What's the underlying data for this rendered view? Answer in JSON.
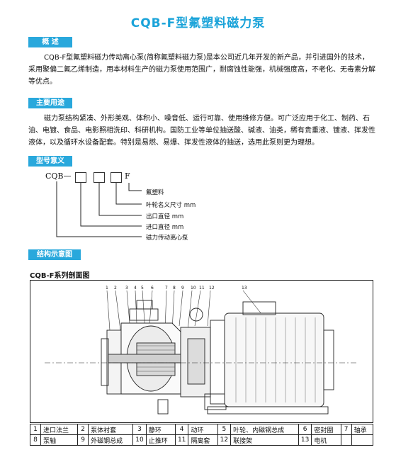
{
  "title": "CQB-F型氟塑料磁力泵",
  "sections": {
    "overview": {
      "heading": "概  述",
      "text": "CQB-F型氟塑料磁力传动离心泵(简称氟塑料磁力泵)是本公司近几年开发的新产品，并引进国外的技术，采用聚偏二氟乙烯制造，用本材料生产的磁力泵使用范围广，耐腐蚀性能强，机械强度高，不老化、无毒素分解等优点。"
    },
    "usage": {
      "heading": "主要用途",
      "text": "磁力泵结构紧凑、外形美观、体积小、噪音低、运行可靠、使用维修方便。可广泛应用于化工、制药、石油、电镀、食品、电影照相洗印、科研机构。国防工业等单位抽送酸、碱液、油类，稀有贵重液、镀液、挥发性液体，以及循环水设备配套。特别是易燃、易爆、挥发性液体的抽送，选用此泵则更为理想。"
    },
    "model": {
      "heading": "型号意义",
      "prefix": "CQB—",
      "suffix": "F",
      "labels": [
        "氟塑料",
        "叶轮名义尺寸 mm",
        "出口直径 mm",
        "进口直径 mm",
        "磁力传动离心泵"
      ]
    },
    "structure": {
      "heading": "结构示意图",
      "figure_title": "CQB-F系列剖面图",
      "callouts": [
        "1",
        "2",
        "3",
        "4",
        "5",
        "6",
        "7",
        "8",
        "9",
        "10",
        "11",
        "12",
        "13"
      ]
    }
  },
  "legend": [
    [
      {
        "n": "1",
        "name": "进口法兰"
      },
      {
        "n": "2",
        "name": "泵体衬套"
      },
      {
        "n": "3",
        "name": "静环"
      },
      {
        "n": "4",
        "name": "动环"
      },
      {
        "n": "5",
        "name": "叶轮、内磁钢总成"
      },
      {
        "n": "6",
        "name": "密封圈"
      },
      {
        "n": "7",
        "name": "轴承"
      }
    ],
    [
      {
        "n": "8",
        "name": "泵轴"
      },
      {
        "n": "9",
        "name": "外磁钢总成"
      },
      {
        "n": "10",
        "name": "止推环"
      },
      {
        "n": "11",
        "name": "隔离套"
      },
      {
        "n": "12",
        "name": "联接架"
      },
      {
        "n": "13",
        "name": "电机"
      },
      {
        "n": "",
        "name": ""
      }
    ]
  ],
  "colors": {
    "title": "#1aa3d9",
    "section_bg": "#29a8dc",
    "section_text": "#ffffff"
  }
}
